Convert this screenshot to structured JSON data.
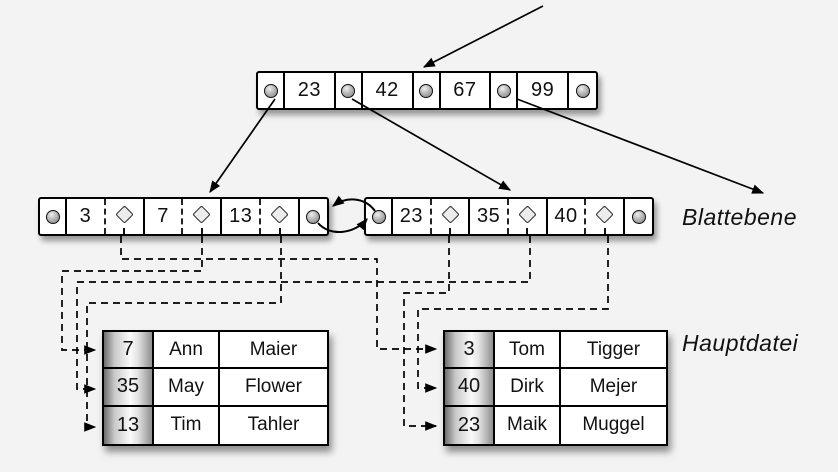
{
  "labels": {
    "leaf_level": "Blattebene",
    "main_file": "Hauptdatei"
  },
  "tree": {
    "root": {
      "keys": [
        "23",
        "42",
        "67",
        "99"
      ]
    },
    "leaves": [
      {
        "keys": [
          "3",
          "7",
          "13"
        ]
      },
      {
        "keys": [
          "23",
          "35",
          "40"
        ]
      }
    ]
  },
  "tables": [
    {
      "rows": [
        {
          "key": "7",
          "first": "Ann",
          "last": "Maier"
        },
        {
          "key": "35",
          "first": "May",
          "last": "Flower"
        },
        {
          "key": "13",
          "first": "Tim",
          "last": "Tahler"
        }
      ]
    },
    {
      "rows": [
        {
          "key": "3",
          "first": "Tom",
          "last": "Tigger"
        },
        {
          "key": "40",
          "first": "Dirk",
          "last": "Mejer"
        },
        {
          "key": "23",
          "first": "Maik",
          "last": "Muggel"
        }
      ]
    }
  ],
  "icons": {
    "pointer": "pointer-circle",
    "record_ref": "record-diamond",
    "arrow": "arrowhead"
  },
  "colors": {
    "background": "#f3f3f3",
    "node_fill": "#ffffff",
    "line": "#000000",
    "pointer_gray": "#8e8e8e",
    "diamond_fill": "#ececec"
  }
}
